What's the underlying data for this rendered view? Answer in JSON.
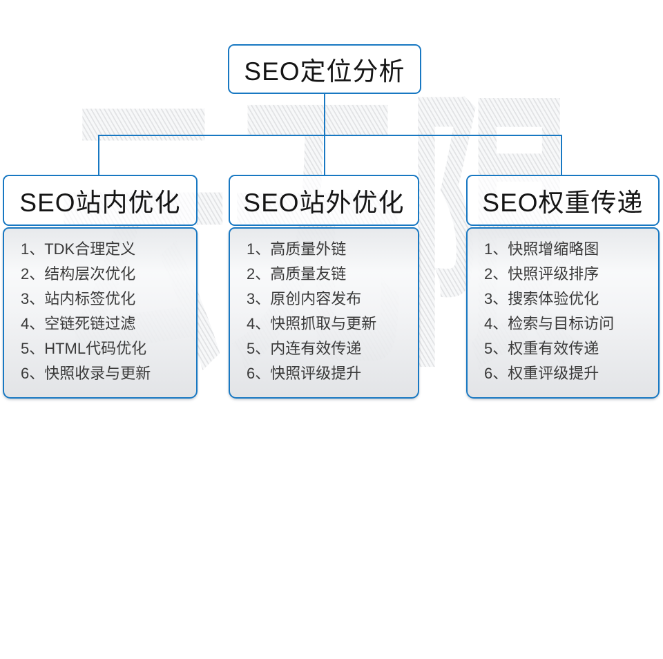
{
  "colors": {
    "accent": "#1878c2",
    "title_text": "#151515",
    "item_text": "#3a3a3a"
  },
  "watermark_text": "云无限",
  "root": {
    "title": "SEO定位分析"
  },
  "columns": [
    {
      "title": "SEO站内优化",
      "items": [
        "1、TDK合理定义",
        "2、结构层次优化",
        "3、站内标签优化",
        "4、空链死链过滤",
        "5、HTML代码优化",
        "6、快照收录与更新"
      ]
    },
    {
      "title": "SEO站外优化",
      "items": [
        "1、高质量外链",
        "2、高质量友链",
        "3、原创内容发布",
        "4、快照抓取与更新",
        "5、内连有效传递",
        "6、快照评级提升"
      ]
    },
    {
      "title": "SEO权重传递",
      "items": [
        "1、快照增缩略图",
        "2、快照评级排序",
        "3、搜索体验优化",
        "4、检索与目标访问",
        "5、权重有效传递",
        "6、权重评级提升"
      ]
    }
  ]
}
